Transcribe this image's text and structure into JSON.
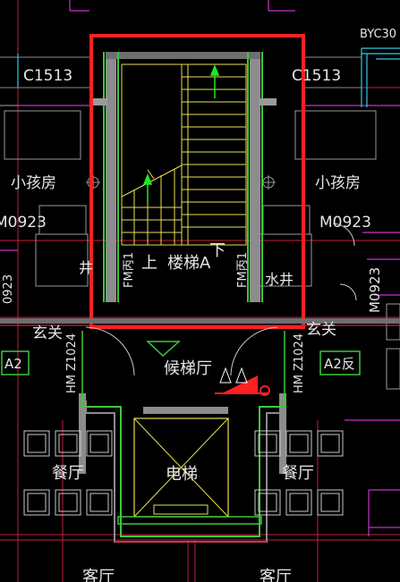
{
  "labels": {
    "top_right_code": "BYC30",
    "window_left": "C1513",
    "window_right": "C1513",
    "room_child_left": "小孩房",
    "room_child_right": "小孩房",
    "door_left": "M0923",
    "door_right": "M0923",
    "door_right_vertical": "M0923",
    "up": "上",
    "stair_name": "楼梯A",
    "down": "下",
    "fm_left": "FM丙1",
    "fm_right": "FM丙1",
    "shaft_left": "井",
    "shaft_right": "水井",
    "foyer_left": "玄关",
    "foyer_right": "玄关",
    "unit_left": "A2",
    "unit_right": "A2反",
    "hm_left": "HM Z1024",
    "hm_right": "HM Z1024",
    "lobby": "候梯厅",
    "elevator": "电梯",
    "dining_left": "餐厅",
    "dining_right": "餐厅",
    "living_left": "客厅",
    "living_right": "客厅",
    "edge_left": "0923"
  },
  "colors": {
    "background": "#000000",
    "wall_gray": "#8c8c8c",
    "wall_green": "#3cc83c",
    "wall_red": "#c81e3c",
    "stair_yellow": "#e8e050",
    "text_white": "#e6e6e6",
    "magenta": "#c832c8",
    "cyan": "#32c8e6",
    "highlight_red": "#ff2020",
    "arrow_green": "#20e820"
  }
}
